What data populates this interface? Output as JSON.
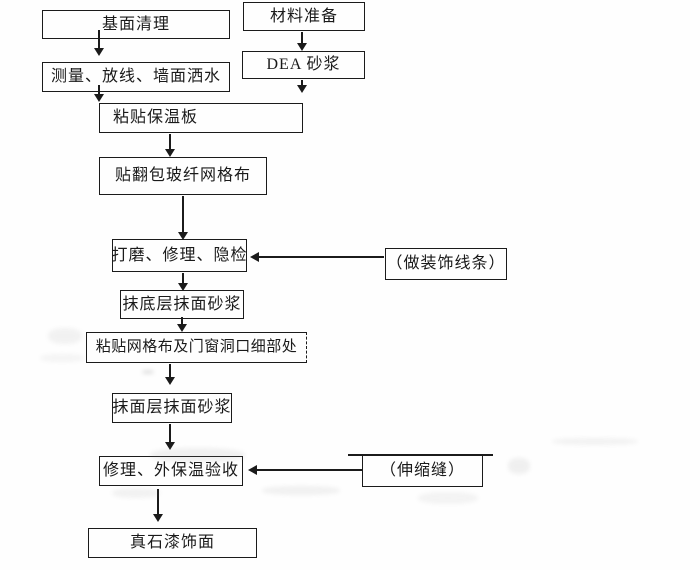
{
  "diagram": {
    "type": "flowchart",
    "nodes": [
      {
        "id": "jimian",
        "label": "基面清理"
      },
      {
        "id": "cailiao",
        "label": "材料准备"
      },
      {
        "id": "celiang",
        "label": "测量、放线、墙面洒水"
      },
      {
        "id": "dea",
        "label": "DEA 砂浆"
      },
      {
        "id": "baowenban",
        "label": "粘贴保温板"
      },
      {
        "id": "fanbao",
        "label": "贴翻包玻纤网格布"
      },
      {
        "id": "damo",
        "label": "打磨、修理、隐检"
      },
      {
        "id": "zhuangshi",
        "label": "（做装饰线条）"
      },
      {
        "id": "modiceng",
        "label": "抹底层抹面砂浆"
      },
      {
        "id": "wanggebu",
        "label": "粘贴网格布及门窗洞口细部处"
      },
      {
        "id": "momianceng",
        "label": "抹面层抹面砂浆"
      },
      {
        "id": "xiuli",
        "label": "修理、外保温验收"
      },
      {
        "id": "shensuofeng",
        "label": "（伸缩缝）"
      },
      {
        "id": "zhenshiqi",
        "label": "真石漆饰面"
      }
    ],
    "edges": [
      {
        "from": "jimian",
        "to": "celiang",
        "direction": "down"
      },
      {
        "from": "cailiao",
        "to": "dea",
        "direction": "down"
      },
      {
        "from": "celiang",
        "to": "baowenban",
        "direction": "down"
      },
      {
        "from": "dea",
        "to": "baowenban",
        "direction": "down"
      },
      {
        "from": "baowenban",
        "to": "fanbao",
        "direction": "down"
      },
      {
        "from": "fanbao",
        "to": "damo",
        "direction": "down"
      },
      {
        "from": "zhuangshi",
        "to": "damo",
        "direction": "left"
      },
      {
        "from": "damo",
        "to": "modiceng",
        "direction": "down"
      },
      {
        "from": "modiceng",
        "to": "wanggebu",
        "direction": "down"
      },
      {
        "from": "wanggebu",
        "to": "momianceng",
        "direction": "down"
      },
      {
        "from": "momianceng",
        "to": "xiuli",
        "direction": "down"
      },
      {
        "from": "shensuofeng",
        "to": "xiuli",
        "direction": "left"
      },
      {
        "from": "xiuli",
        "to": "zhenshiqi",
        "direction": "down"
      }
    ]
  },
  "colors": {
    "line": "#1b1b1b",
    "background": "#fefefe",
    "text": "#1a1a1a"
  }
}
